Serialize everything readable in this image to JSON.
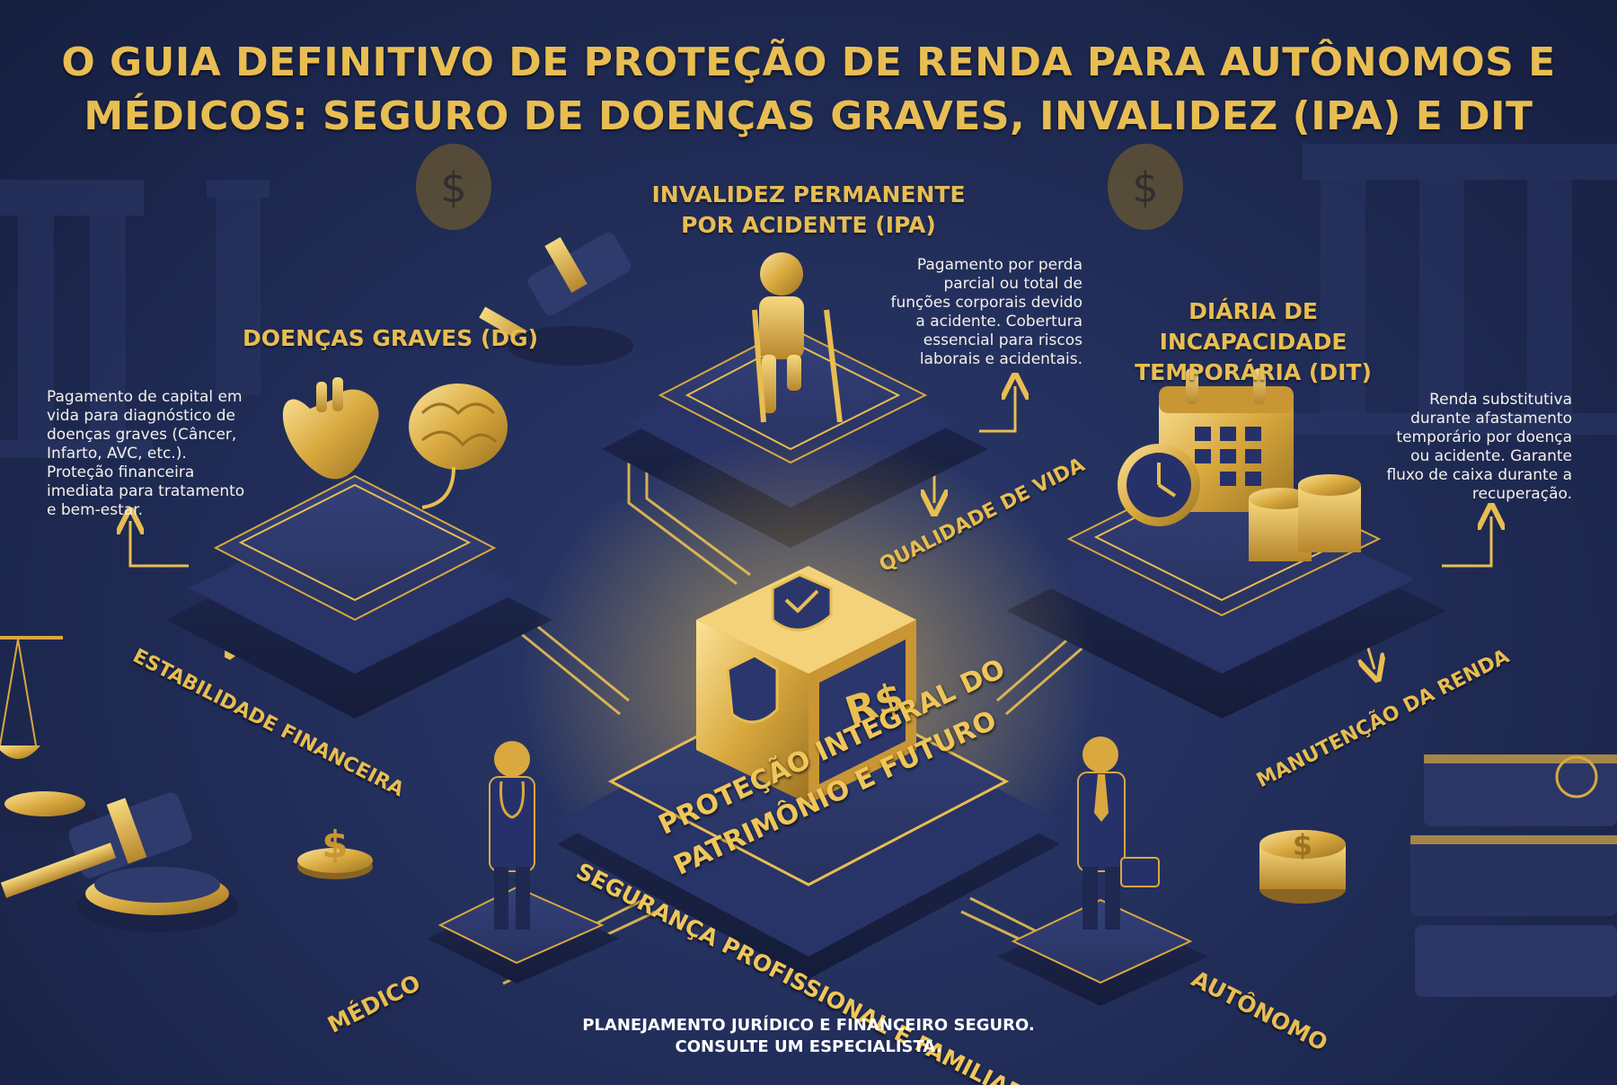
{
  "title": "O GUIA DEFINITIVO DE PROTEÇÃO DE RENDA PARA AUTÔNOMOS E MÉDICOS: SEGURO DE DOENÇAS GRAVES, INVALIDEZ (IPA) E DIT",
  "sections": {
    "dg": {
      "heading": "DOENÇAS GRAVES (DG)",
      "description": "Pagamento de capital em vida para diagnóstico de doenças graves (Câncer, Infarto, AVC, etc.). Proteção financeira imediata para tratamento e bem-estar.",
      "benefit": "ESTABILIDADE FINANCEIRA"
    },
    "ipa": {
      "heading": "INVALIDEZ PERMANENTE POR ACIDENTE (IPA)",
      "description": "Pagamento por perda parcial ou total de funções corporais devido a acidente. Cobertura essencial para riscos laborais e acidentais.",
      "benefit": "QUALIDADE DE VIDA"
    },
    "dit": {
      "heading": "DIÁRIA DE INCAPACIDADE TEMPORÁRIA (DIT)",
      "description": "Renda substitutiva durante afastamento temporário por doença ou acidente. Garante fluxo de caixa durante a recuperação.",
      "benefit": "MANUTENÇÃO DA RENDA"
    }
  },
  "center": {
    "currency_symbol": "R$",
    "label_line1": "PROTEÇÃO INTEGRAL DO",
    "label_line2": "PATRIMÔNIO E FUTURO",
    "base_label": "SEGURANÇA PROFISSIONAL E FAMILIAR"
  },
  "profiles": {
    "doctor": "MÉDICO",
    "freelancer": "AUTÔNOMO"
  },
  "footer": {
    "line1": "PLANEJAMENTO JURÍDICO E FINANCEIRO SEGURO.",
    "line2": "CONSULTE UM ESPECIALISTA."
  },
  "colors": {
    "background": "#222e5a",
    "gold": "#e8bd52",
    "platform": "#2a3566",
    "text_light": "#f3f1ea"
  }
}
